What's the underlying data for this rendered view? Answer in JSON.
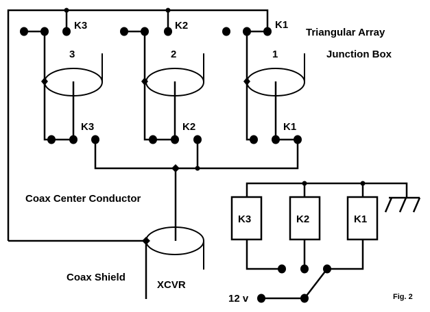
{
  "title": "Triangular Array",
  "subtitle": "Junction Box",
  "figure_label": "Fig. 2",
  "colors": {
    "ink": "#000000",
    "background": "#ffffff"
  },
  "junction_box": {
    "coax_labels": [
      "3",
      "2",
      "1"
    ],
    "top_relay_contacts": [
      "K3",
      "K2",
      "K1"
    ],
    "bottom_relay_contacts": [
      "K3",
      "K2",
      "K1"
    ]
  },
  "feedline": {
    "center_label": "Coax Center Conductor",
    "shield_label": "Coax Shield",
    "radio_label": "XCVR"
  },
  "control": {
    "relays": [
      "K3",
      "K2",
      "K1"
    ],
    "supply_label": "12 v",
    "ground_icon": "ground-icon"
  }
}
